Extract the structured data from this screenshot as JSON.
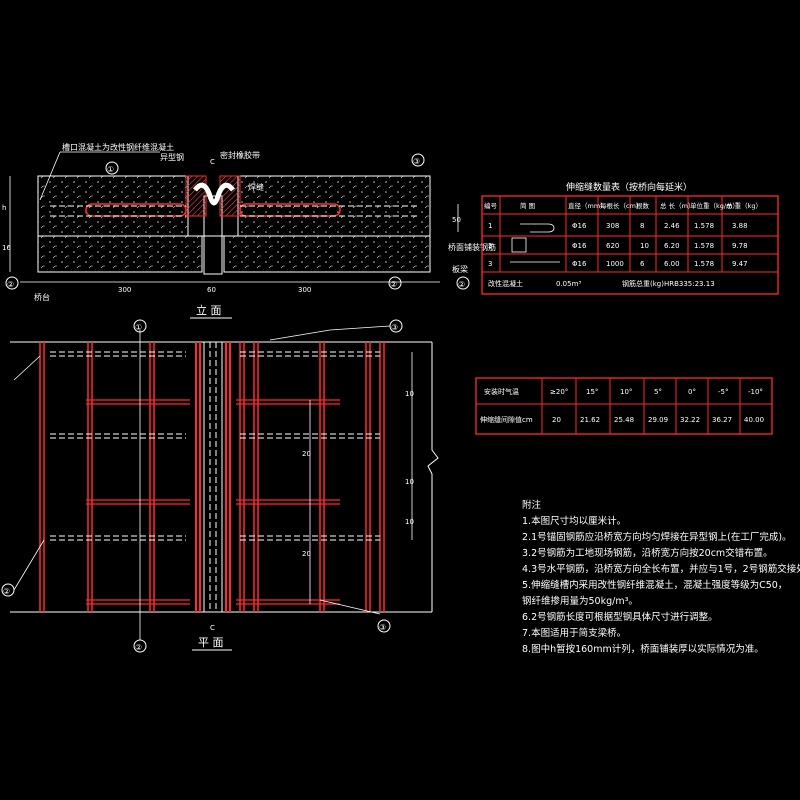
{
  "colors": {
    "background": "#000000",
    "line": "#ffffff",
    "red": "#ff2a2a",
    "green": "#00ff00",
    "cyan": "#00ffff"
  },
  "elevation": {
    "title": "立 面",
    "label_top": "槽口混凝土为改性钢纤维混凝土",
    "label_steel": "异型钢",
    "label_seal": "密封橡胶带",
    "label_weld": "焊缝",
    "label_rebar": "桥面铺装钢筋",
    "label_pavement": "板梁",
    "label_abutment": "桥台",
    "dim_left": "300",
    "dim_mid": "60",
    "dim_right": "300",
    "dim_c": "C",
    "dim_h": "h",
    "dim_16": "16",
    "dim_50": "50",
    "markers": [
      "①",
      "②",
      "③",
      "②",
      "②"
    ]
  },
  "plan": {
    "title": "平 面",
    "dim_c": "C",
    "dims_right": [
      "10",
      "10",
      "10"
    ],
    "dims_mid": [
      "20",
      "20"
    ],
    "markers": [
      "①",
      "③",
      "②",
      "②",
      "③"
    ]
  },
  "quantity_table": {
    "title": "伸缩缝数量表（按桥向每延米）",
    "headers": [
      "编号",
      "简 图",
      "直径（mm）",
      "每根长（cm）",
      "根数",
      "总 长（m）",
      "单位重（kg/m）",
      "总 重（kg）"
    ],
    "rows": [
      [
        "1",
        "",
        "Φ16",
        "308",
        "8",
        "2.46",
        "1.578",
        "3.88"
      ],
      [
        "2",
        "",
        "Φ16",
        "620",
        "10",
        "6.20",
        "1.578",
        "9.78"
      ],
      [
        "3",
        "",
        "Φ16",
        "1000",
        "6",
        "6.00",
        "1.578",
        "9.47"
      ]
    ],
    "footer_left": "改性混凝土",
    "footer_mid": "0.05m³",
    "footer_right": "钢筋总重(kg)HRB335:23.13"
  },
  "temp_table": {
    "row1": [
      "安装时气温",
      "≥20°",
      "15°",
      "10°",
      "5°",
      "0°",
      "-5°",
      "-10°"
    ],
    "row2": [
      "伸缩缝间隙值cm",
      "20",
      "21.62",
      "25.48",
      "29.09",
      "32.22",
      "36.27",
      "40.00"
    ]
  },
  "notes": {
    "title": "附注",
    "items": [
      "1.本图尺寸均以厘米计。",
      "2.1号锚固钢筋应沿桥宽方向均匀焊接在异型钢上(在工厂完成)。",
      "3.2号钢筋为工地现场钢筋，沿桥宽方向按20cm交错布置。",
      "4.3号水平钢筋，沿桥宽方向全长布置，并应与1号，2号钢筋交接处焊接。",
      "5.伸缩缝槽内采用改性钢纤维混凝土，混凝土强度等级为C50，",
      "  钢纤维掺用量为50kg/m³。",
      "6.2号钢筋长度可根据型钢具体尺寸进行调整。",
      "7.本图适用于简支梁桥。",
      "8.图中h暂按160mm计列，桥面铺装厚以实际情况为准。"
    ]
  }
}
